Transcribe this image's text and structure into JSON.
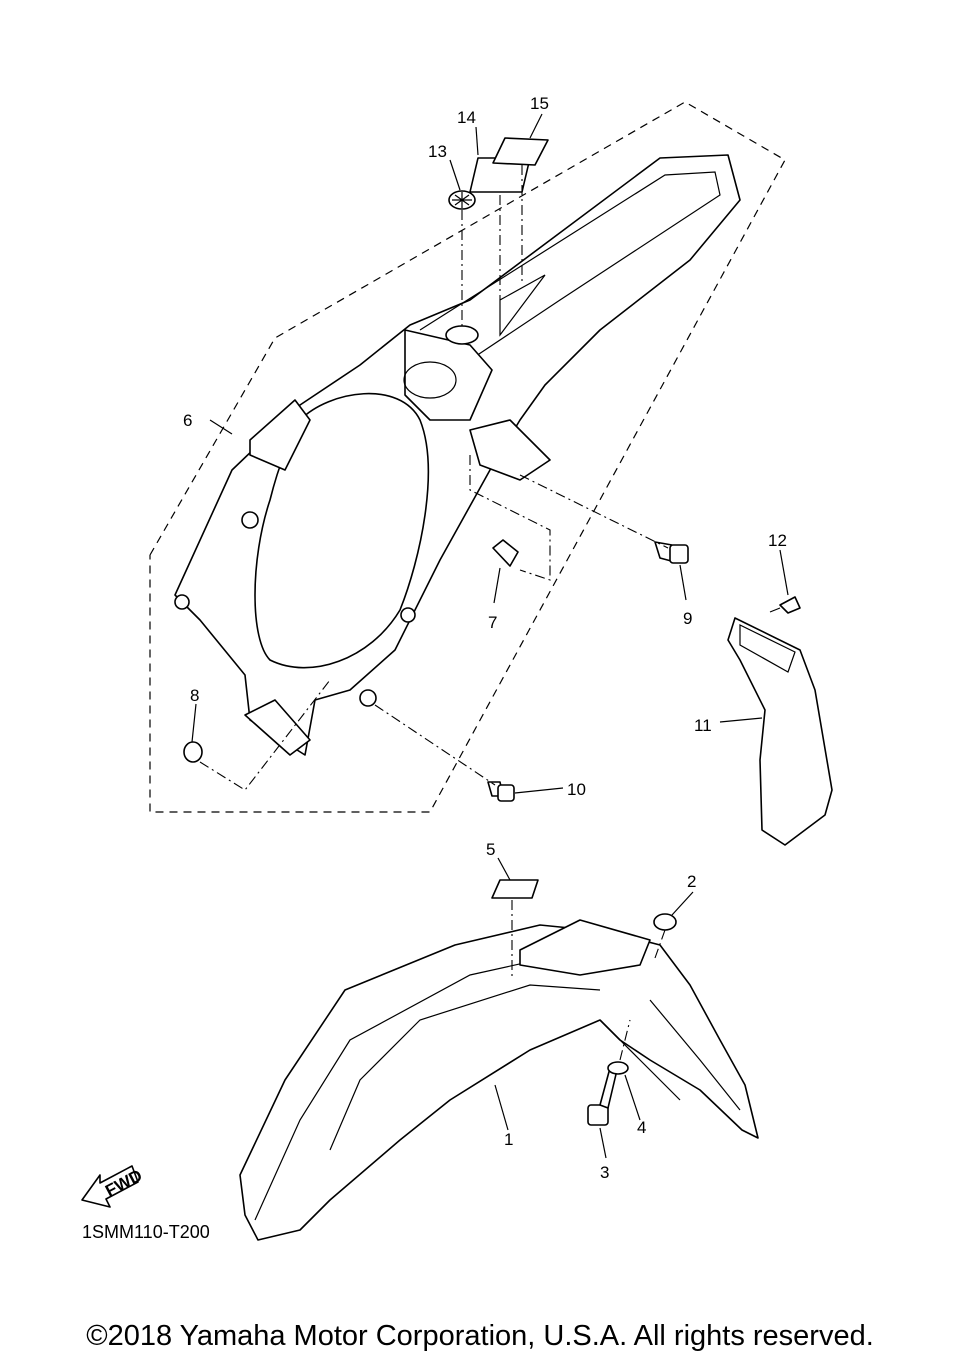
{
  "diagram": {
    "drawing_code": "1SMM110-T200",
    "fwd_label": "FWD",
    "callouts": [
      "1",
      "2",
      "3",
      "4",
      "5",
      "6",
      "7",
      "8",
      "9",
      "10",
      "11",
      "12",
      "13",
      "14",
      "15"
    ]
  },
  "footer": {
    "copyright": "©2018 Yamaha Motor Corporation, U.S.A. All rights reserved."
  }
}
